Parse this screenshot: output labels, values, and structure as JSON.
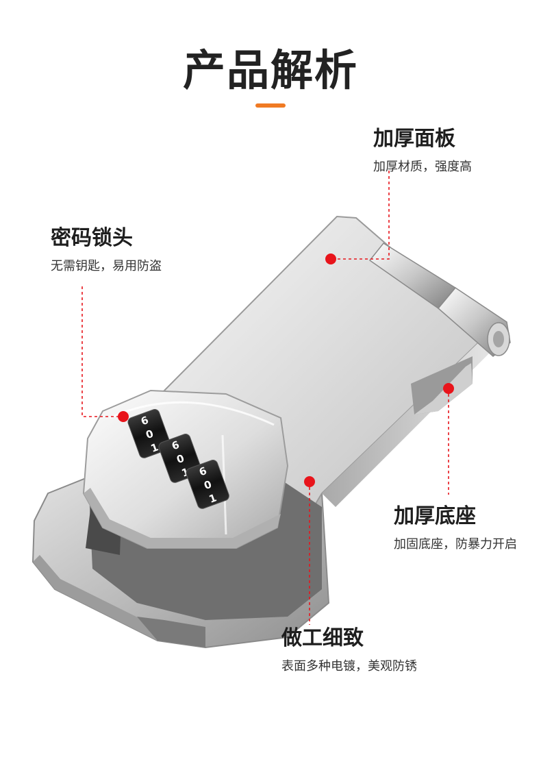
{
  "title": "产品解析",
  "accent_color": "#f07a23",
  "marker_color": "#e8141b",
  "features": [
    {
      "title": "加厚面板",
      "desc": "加厚材质，强度高"
    },
    {
      "title": "密码锁头",
      "desc": "无需钥匙，易用防盗"
    },
    {
      "title": "加厚底座",
      "desc": "加固底座，防暴力开启"
    },
    {
      "title": "做工细致",
      "desc": "表面多种电镀，美观防锈"
    }
  ],
  "dials": [
    {
      "digits": [
        "6",
        "0",
        "1"
      ]
    },
    {
      "digits": [
        "6",
        "0",
        "1"
      ]
    },
    {
      "digits": [
        "6",
        "0",
        "1"
      ]
    }
  ]
}
